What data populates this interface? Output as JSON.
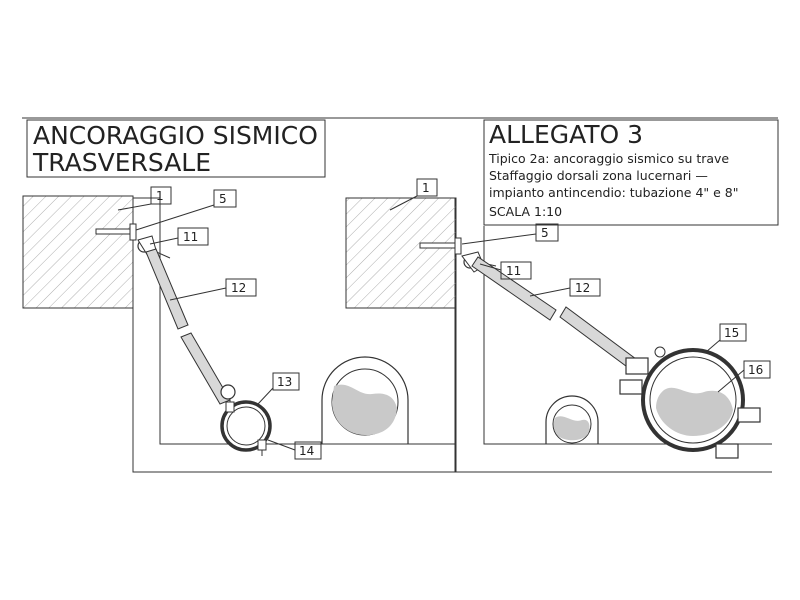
{
  "title_left": {
    "line1": "ANCORAGGIO SISMICO",
    "line2": "TRASVERSALE"
  },
  "title_right": {
    "heading": "ALLEGATO 3",
    "line1": "Tipico 2a: ancoraggio sismico su trave",
    "line2": "Staffaggio dorsali zona lucernari —",
    "line3": "impianto antincendio: tubazione 4\" e 8\"",
    "line4": "SCALA 1:10"
  },
  "callouts": {
    "left": [
      "1",
      "5",
      "11",
      "12",
      "13",
      "14"
    ],
    "right": [
      "1",
      "5",
      "11",
      "12",
      "15",
      "16"
    ]
  },
  "colors": {
    "line": "#333333",
    "hatch": "#9a9a9a",
    "pipe_fill": "#c9c9c9",
    "paper": "#ffffff"
  }
}
